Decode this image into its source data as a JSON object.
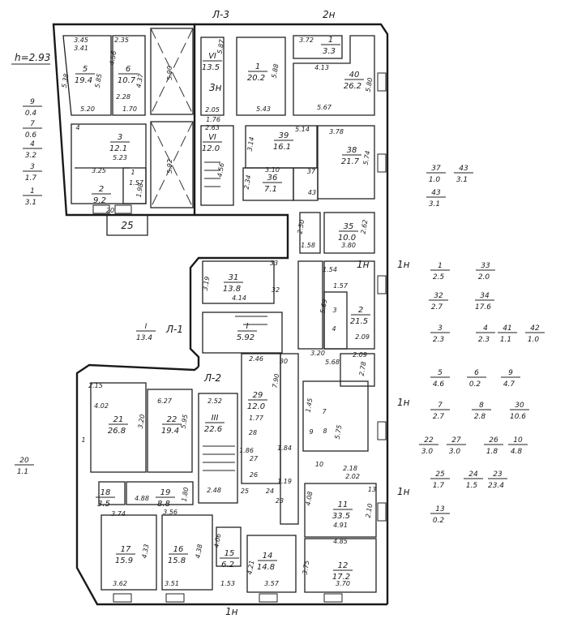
{
  "plan": {
    "ceiling_height": "h=2.93",
    "stairs": [
      "Л-3",
      "Л-2",
      "Л-1"
    ],
    "entrances": [
      "2н",
      "3н",
      "1н",
      "1н",
      "1н",
      "1н",
      "1н"
    ],
    "courtyard_label": "25"
  },
  "rooms": [
    {
      "num": "5",
      "area": "19.4"
    },
    {
      "num": "6",
      "area": "10.7"
    },
    {
      "num": "3",
      "area": "12.1"
    },
    {
      "num": "2",
      "area": "9.2"
    },
    {
      "num": "VI",
      "area": "13.5"
    },
    {
      "num": "1",
      "area": "20.2"
    },
    {
      "num": "1",
      "area": "3.3"
    },
    {
      "num": "40",
      "area": "26.2"
    },
    {
      "num": "39",
      "area": "16.1"
    },
    {
      "num": "36",
      "area": "7.1"
    },
    {
      "num": "38",
      "area": "21.7"
    },
    {
      "num": "35",
      "area": "10.0"
    },
    {
      "num": "VI",
      "area": "12.0"
    },
    {
      "num": "31",
      "area": "13.8"
    },
    {
      "num": "2",
      "area": "21.5"
    },
    {
      "num": "21",
      "area": "26.8"
    },
    {
      "num": "22",
      "area": "19.4"
    },
    {
      "num": "III",
      "area": "22.6"
    },
    {
      "num": "18",
      "area": "3.5"
    },
    {
      "num": "19",
      "area": "8.8"
    },
    {
      "num": "17",
      "area": "15.9"
    },
    {
      "num": "16",
      "area": "15.8"
    },
    {
      "num": "15",
      "area": "6.2"
    },
    {
      "num": "14",
      "area": "14.8"
    },
    {
      "num": "11",
      "area": "33.5"
    },
    {
      "num": "12",
      "area": "17.2"
    },
    {
      "num": "29",
      "area": "12.0"
    },
    {
      "num": "I",
      "area": "5.92"
    }
  ],
  "small_labels": [
    "4",
    "1",
    "3",
    "4",
    "10",
    "9",
    "8",
    "7",
    "28",
    "27",
    "26",
    "25",
    "24",
    "23",
    "30",
    "37",
    "43",
    "32",
    "33",
    "13",
    "20",
    "1"
  ],
  "legend_left": [
    {
      "num": "9",
      "area": "0.4"
    },
    {
      "num": "7",
      "area": "0.6"
    },
    {
      "num": "4",
      "area": "3.2"
    },
    {
      "num": "3",
      "area": "1.7"
    },
    {
      "num": "1",
      "area": "3.1"
    },
    {
      "num": "20",
      "area": "1.1"
    },
    {
      "num": "I",
      "area": "13.4"
    }
  ],
  "legend_right": [
    {
      "num": "37",
      "area": "1.0"
    },
    {
      "num": "43",
      "area": "3.1"
    },
    {
      "num": "43",
      "area": "3.1"
    },
    {
      "num": "1",
      "area": "2.5"
    },
    {
      "num": "33",
      "area": "2.0"
    },
    {
      "num": "32",
      "area": "2.7"
    },
    {
      "num": "34",
      "area": "17.6"
    },
    {
      "num": "3",
      "area": "2.3"
    },
    {
      "num": "4",
      "area": "2.3"
    },
    {
      "num": "41",
      "area": "1.1"
    },
    {
      "num": "42",
      "area": "1.0"
    },
    {
      "num": "5",
      "area": "4.6"
    },
    {
      "num": "6",
      "area": "0.2"
    },
    {
      "num": "9",
      "area": "4.7"
    },
    {
      "num": "7",
      "area": "2.7"
    },
    {
      "num": "8",
      "area": "2.8"
    },
    {
      "num": "30",
      "area": "10.6"
    },
    {
      "num": "22",
      "area": "3.0"
    },
    {
      "num": "27",
      "area": "3.0"
    },
    {
      "num": "26",
      "area": "1.8"
    },
    {
      "num": "10",
      "area": "4.8"
    },
    {
      "num": "25",
      "area": "1.7"
    },
    {
      "num": "24",
      "area": "1.5"
    },
    {
      "num": "23",
      "area": "23.4"
    },
    {
      "num": "13",
      "area": "0.2"
    }
  ],
  "dims": [
    "3.45",
    "3.41",
    "5.38",
    "5.85",
    "5.20",
    "2.35",
    "4.56",
    "4.37",
    "2.28",
    "1.70",
    "5.90",
    "5.92",
    "5.23",
    "3.25",
    "1.57",
    "1.98",
    "5.87",
    "2.05",
    "1.76",
    "2.63",
    "4.56",
    "5.88",
    "5.43",
    "3.72",
    "4.13",
    "5.80",
    "5.67",
    "5.14",
    "3.14",
    "3.78",
    "5.74",
    "3.10",
    "2.34",
    "2.50",
    "1.58",
    "3.80",
    "2.62",
    "3.19",
    "4.14",
    "1.54",
    "5.69",
    "2.09",
    "1.57",
    "2.46",
    "1.77",
    "7.90",
    "1.84",
    "1.19",
    "3.20",
    "1.45",
    "2.09",
    "2.78",
    "5.68",
    "5.75",
    "2.18",
    "2.02",
    "4.08",
    "4.91",
    "4.85",
    "3.75",
    "3.70",
    "4.21",
    "3.57",
    "1.53",
    "2.15",
    "4.02",
    "3.20",
    "6.27",
    "5.95",
    "2.52",
    "2.48",
    "4.88",
    "1.80",
    "3.74",
    "3.56",
    "4.33",
    "4.38",
    "3.62",
    "3.51",
    "4.06",
    "2.10",
    "1.86"
  ]
}
